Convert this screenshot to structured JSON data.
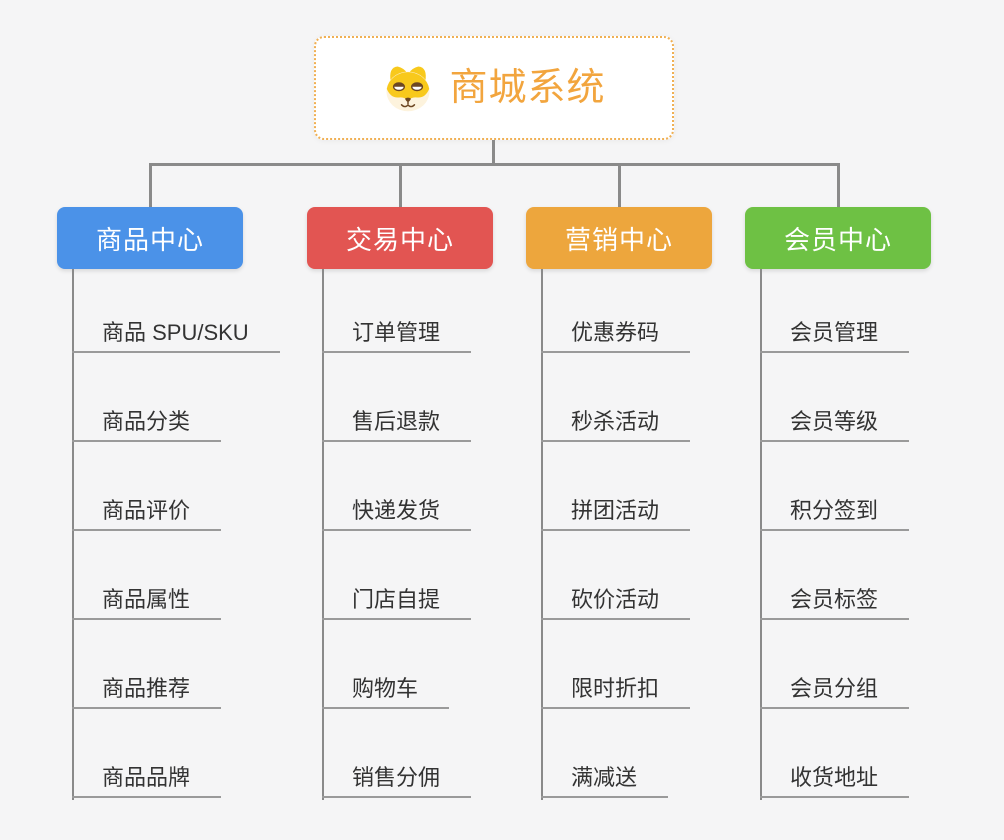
{
  "canvas": {
    "background_color": "#f5f5f6",
    "connector_color": "#8a8a8a",
    "underline_color": "#9a9a9a"
  },
  "root": {
    "title": "商城系统",
    "icon": "dog-face-icon",
    "text_color": "#f2a53e",
    "border_color": "#f0b054",
    "background_color": "#ffffff"
  },
  "branches": [
    {
      "label": "商品中心",
      "color": "#4b92e8",
      "items": [
        "商品 SPU/SKU",
        "商品分类",
        "商品评价",
        "商品属性",
        "商品推荐",
        "商品品牌"
      ]
    },
    {
      "label": "交易中心",
      "color": "#e25552",
      "items": [
        "订单管理",
        "售后退款",
        "快递发货",
        "门店自提",
        "购物车",
        "销售分佣"
      ]
    },
    {
      "label": "营销中心",
      "color": "#eda63d",
      "items": [
        "优惠券码",
        "秒杀活动",
        "拼团活动",
        "砍价活动",
        "限时折扣",
        "满减送"
      ]
    },
    {
      "label": "会员中心",
      "color": "#6ec144",
      "items": [
        "会员管理",
        "会员等级",
        "积分签到",
        "会员标签",
        "会员分组",
        "收货地址"
      ]
    }
  ]
}
